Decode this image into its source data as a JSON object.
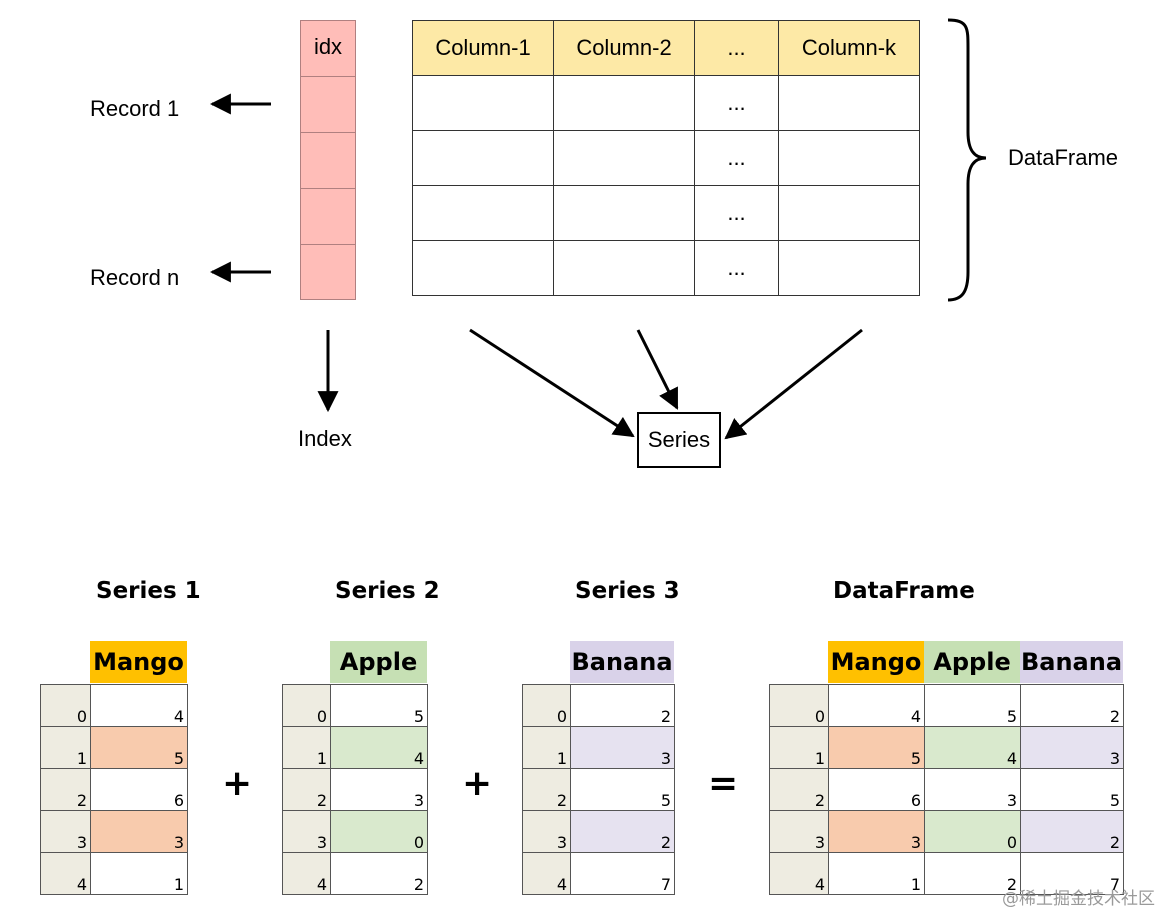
{
  "top": {
    "idx_header": "idx",
    "columns": [
      "Column-1",
      "Column-2",
      "...",
      "Column-k"
    ],
    "ellipsis": "...",
    "record_first": "Record 1",
    "record_last": "Record n",
    "index_label": "Index",
    "series_label": "Series",
    "dataframe_label": "DataFrame"
  },
  "bottom": {
    "titles": [
      "Series 1",
      "Series 2",
      "Series 3",
      "DataFrame"
    ],
    "operators": [
      "+",
      "+",
      "="
    ],
    "index": [
      "0",
      "1",
      "2",
      "3",
      "4"
    ],
    "series": [
      {
        "name": "Mango",
        "values": [
          "4",
          "5",
          "6",
          "3",
          "1"
        ],
        "header_color": "#ffc000",
        "highlight_color": "#f8cbad"
      },
      {
        "name": "Apple",
        "values": [
          "5",
          "4",
          "3",
          "0",
          "2"
        ],
        "header_color": "#c6e0b4",
        "highlight_color": "#d9e9cd"
      },
      {
        "name": "Banana",
        "values": [
          "2",
          "3",
          "5",
          "2",
          "7"
        ],
        "header_color": "#d9d2e9",
        "highlight_color": "#e6e2f0"
      }
    ],
    "highlighted_rows": [
      1,
      3
    ]
  },
  "watermark": "@稀土掘金技术社区"
}
